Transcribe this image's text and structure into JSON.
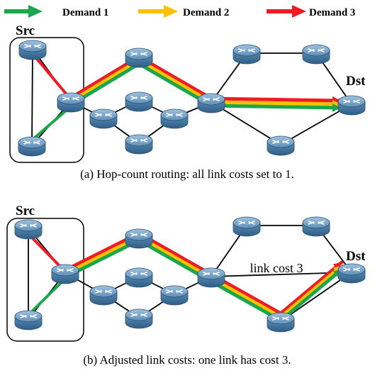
{
  "legend": [
    {
      "label": "Demand 1",
      "color": "#1aa64a"
    },
    {
      "label": "Demand 2",
      "color": "#ffc000"
    },
    {
      "label": "Demand 3",
      "color": "#ee1c24"
    }
  ],
  "panel_a": {
    "src_label": "Src",
    "dst_label": "Dst",
    "caption": "(a)  Hop-count routing: all link costs set to 1."
  },
  "panel_b": {
    "src_label": "Src",
    "dst_label": "Dst",
    "link_cost_label": "link cost 3",
    "caption": "(b)  Adjusted link costs: one link has cost 3."
  },
  "colors": {
    "router_body": "#4f82a8",
    "router_top": "#6f9cc2",
    "link": "#000000",
    "demand_1": "#1aa64a",
    "demand_2": "#ffc000",
    "demand_3": "#ee1c24"
  },
  "icons": {
    "node": "router-icon"
  }
}
